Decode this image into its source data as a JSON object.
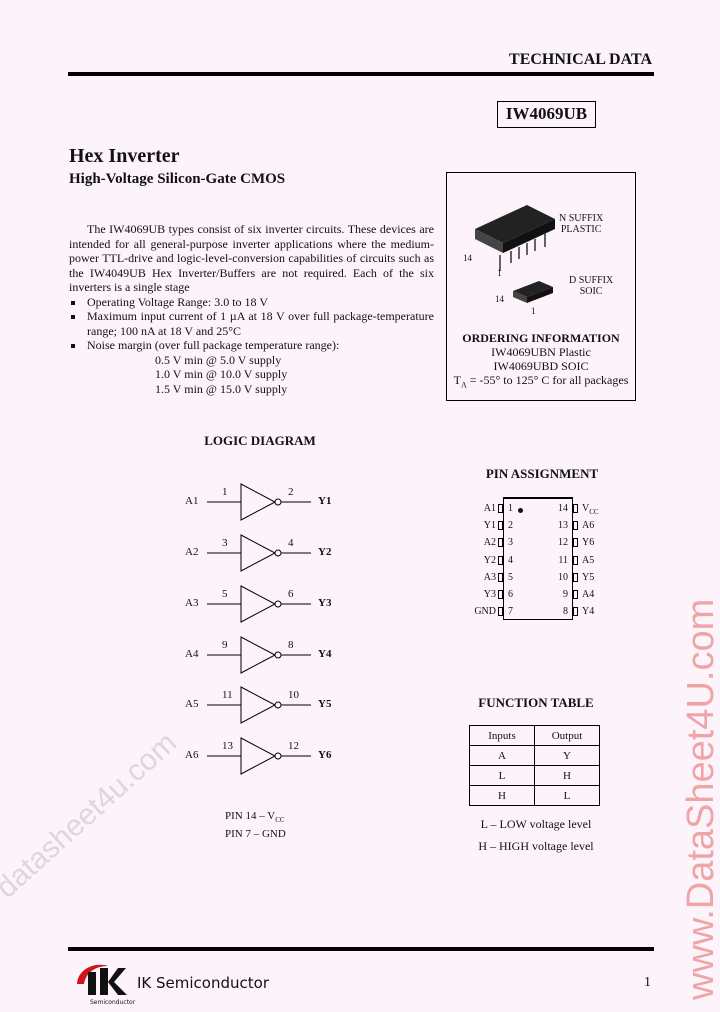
{
  "header": {
    "section": "TECHNICAL DATA",
    "part_number": "IW4069UB"
  },
  "title": "Hex Inverter",
  "subtitle": "High-Voltage Silicon-Gate CMOS",
  "description": "The IW4069UB types consist of six inverter circuits. These devices are intended for all general-purpose inverter applications where the medium-power TTL-drive and logic-level-conversion capabilities of circuits such as the IW4049UB Hex Inverter/Buffers are not required. Each of the six inverters is a single stage",
  "features": [
    "Operating Voltage Range: 3.0 to 18 V",
    "Maximum input current of 1 µA at 18 V over full package-temperature range; 100 nA at 18 V and 25°C",
    "Noise margin (over full package temperature range):"
  ],
  "noise_margins": [
    "0.5 V min @ 5.0 V supply",
    "1.0 V min @ 10.0 V supply",
    "1.5 V min @ 15.0 V supply"
  ],
  "packages": {
    "n_suffix": "N SUFFIX",
    "n_type": "PLASTIC",
    "d_suffix": "D SUFFIX",
    "d_type": "SOIC",
    "pin14": "14",
    "pin1": "1"
  },
  "ordering": {
    "heading": "ORDERING INFORMATION",
    "items": [
      "IW4069UBN Plastic",
      "IW4069UBD SOIC"
    ],
    "temp_prefix": "T",
    "temp_sub": "A",
    "temp_rest": " = -55° to 125° C for all packages"
  },
  "logic_diagram": {
    "heading": "LOGIC DIAGRAM",
    "gates": [
      {
        "in": "A1",
        "in_pin": "1",
        "out_pin": "2",
        "out": "Y1"
      },
      {
        "in": "A2",
        "in_pin": "3",
        "out_pin": "4",
        "out": "Y2"
      },
      {
        "in": "A3",
        "in_pin": "5",
        "out_pin": "6",
        "out": "Y3"
      },
      {
        "in": "A4",
        "in_pin": "9",
        "out_pin": "8",
        "out": "Y4"
      },
      {
        "in": "A5",
        "in_pin": "11",
        "out_pin": "10",
        "out": "Y5"
      },
      {
        "in": "A6",
        "in_pin": "13",
        "out_pin": "12",
        "out": "Y6"
      }
    ],
    "pin14": "PIN 14 – V",
    "pin14_sub": "CC",
    "pin7": "PIN 7 – GND"
  },
  "pin_assignment": {
    "heading": "PIN ASSIGNMENT",
    "rows": [
      {
        "l": "A1",
        "ln": "1",
        "rn": "14",
        "r": "V",
        "r_sub": "CC"
      },
      {
        "l": "Y1",
        "ln": "2",
        "rn": "13",
        "r": "A6"
      },
      {
        "l": "A2",
        "ln": "3",
        "rn": "12",
        "r": "Y6"
      },
      {
        "l": "Y2",
        "ln": "4",
        "rn": "11",
        "r": "A5"
      },
      {
        "l": "A3",
        "ln": "5",
        "rn": "10",
        "r": "Y5"
      },
      {
        "l": "Y3",
        "ln": "6",
        "rn": "9",
        "r": "A4"
      },
      {
        "l": "GND",
        "ln": "7",
        "rn": "8",
        "r": "Y4"
      }
    ]
  },
  "function_table": {
    "heading": "FUNCTION TABLE",
    "headers": [
      "Inputs",
      "Output"
    ],
    "subheaders": [
      "A",
      "Y"
    ],
    "rows": [
      [
        "L",
        "H"
      ],
      [
        "H",
        "L"
      ]
    ],
    "legend": [
      "L – LOW voltage level",
      "H – HIGH voltage level"
    ]
  },
  "footer": {
    "company": "IK Semiconductor",
    "logo_text": "IK",
    "logo_sub": "Semiconductor",
    "page": "1"
  },
  "watermarks": [
    "datasheet4u.com",
    "www.DataSheet4U.com"
  ],
  "colors": {
    "background": "#fdf4fb",
    "logo_red": "#d0141c",
    "watermark": "#e66e6e"
  }
}
